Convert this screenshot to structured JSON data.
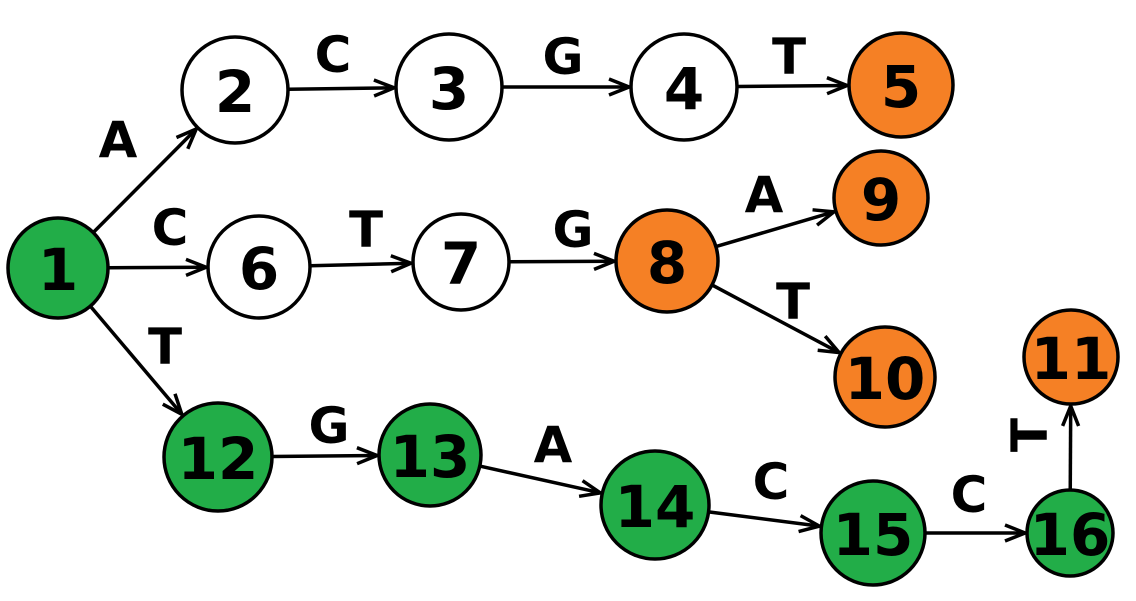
{
  "colors": {
    "white": "#ffffff",
    "green": "#22ad48",
    "orange": "#f58025",
    "stroke": "#000000",
    "highlight_stroke": "#22ad48"
  },
  "nodes": [
    {
      "id": "1",
      "label": "1",
      "fill": "green"
    },
    {
      "id": "2",
      "label": "2",
      "fill": "white"
    },
    {
      "id": "3",
      "label": "3",
      "fill": "white"
    },
    {
      "id": "4",
      "label": "4",
      "fill": "white"
    },
    {
      "id": "5",
      "label": "5",
      "fill": "orange"
    },
    {
      "id": "6",
      "label": "6",
      "fill": "white"
    },
    {
      "id": "7",
      "label": "7",
      "fill": "white"
    },
    {
      "id": "8",
      "label": "8",
      "fill": "orange"
    },
    {
      "id": "9",
      "label": "9",
      "fill": "orange"
    },
    {
      "id": "10",
      "label": "10",
      "fill": "orange"
    },
    {
      "id": "11",
      "label": "11",
      "fill": "orange",
      "stroke": "highlight_stroke"
    },
    {
      "id": "12",
      "label": "12",
      "fill": "green"
    },
    {
      "id": "13",
      "label": "13",
      "fill": "green"
    },
    {
      "id": "14",
      "label": "14",
      "fill": "green"
    },
    {
      "id": "15",
      "label": "15",
      "fill": "green"
    },
    {
      "id": "16",
      "label": "16",
      "fill": "green"
    }
  ],
  "edges": [
    {
      "from": "1",
      "to": "2",
      "label": "A"
    },
    {
      "from": "1",
      "to": "6",
      "label": "C"
    },
    {
      "from": "1",
      "to": "12",
      "label": "T"
    },
    {
      "from": "2",
      "to": "3",
      "label": "C"
    },
    {
      "from": "3",
      "to": "4",
      "label": "G"
    },
    {
      "from": "4",
      "to": "5",
      "label": "T"
    },
    {
      "from": "6",
      "to": "7",
      "label": "T"
    },
    {
      "from": "7",
      "to": "8",
      "label": "G"
    },
    {
      "from": "8",
      "to": "9",
      "label": "A"
    },
    {
      "from": "8",
      "to": "10",
      "label": "T"
    },
    {
      "from": "12",
      "to": "13",
      "label": "G"
    },
    {
      "from": "13",
      "to": "14",
      "label": "A"
    },
    {
      "from": "14",
      "to": "15",
      "label": "C"
    },
    {
      "from": "15",
      "to": "16",
      "label": "C"
    },
    {
      "from": "16",
      "to": "11",
      "label": "T"
    }
  ]
}
